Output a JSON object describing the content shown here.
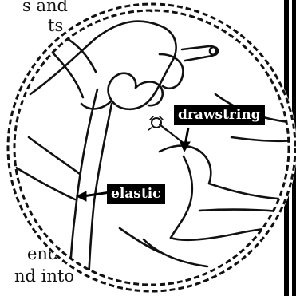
{
  "page": {
    "text_fragments": [
      "s and",
      "ts",
      "end",
      "nd into"
    ]
  },
  "illustration": {
    "labels": {
      "drawstring": "drawstring",
      "elastic": "elastic"
    },
    "icon": "hands-threading-drawstring-with-safety-pin"
  }
}
